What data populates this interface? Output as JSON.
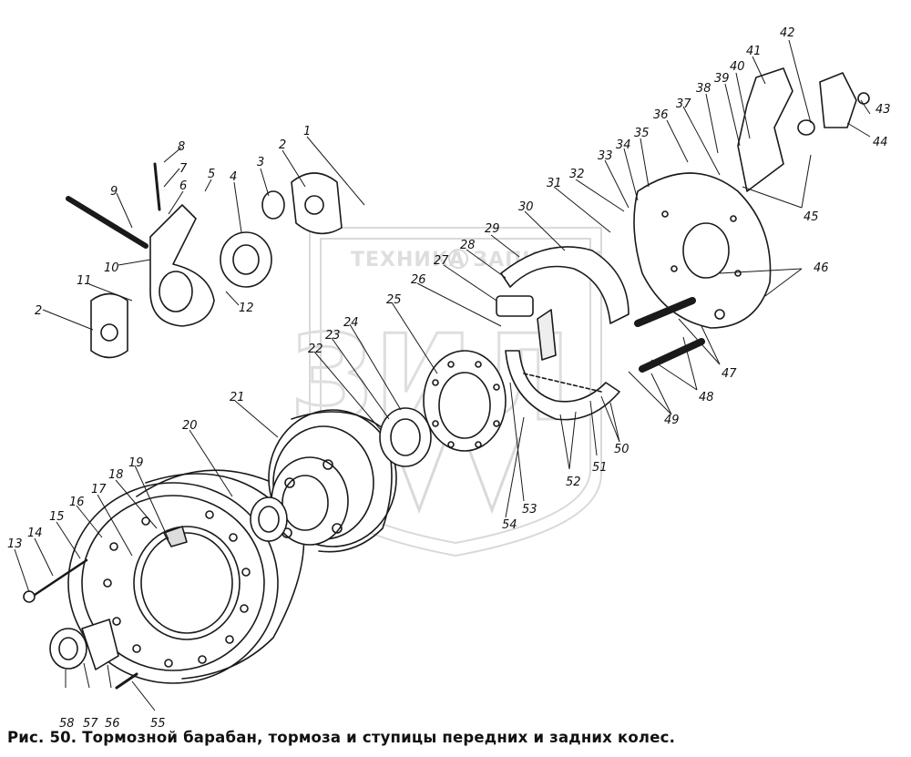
{
  "watermark": {
    "text": "ТЕХНИКА ЗАПЧАСТИ",
    "logo": "ЗИЛ"
  },
  "caption": "Рис. 50. Тормозной барабан, тормоза и ступицы передних и задних колес.",
  "part_numbers": [
    "1",
    "2",
    "3",
    "4",
    "5",
    "6",
    "7",
    "8",
    "9",
    "10",
    "11",
    "2",
    "12",
    "13",
    "14",
    "15",
    "16",
    "17",
    "18",
    "19",
    "20",
    "21",
    "22",
    "23",
    "24",
    "25",
    "26",
    "27",
    "28",
    "29",
    "30",
    "31",
    "32",
    "33",
    "34",
    "35",
    "36",
    "37",
    "38",
    "39",
    "40",
    "41",
    "42",
    "43",
    "44",
    "45",
    "46",
    "47",
    "48",
    "49",
    "50",
    "51",
    "52",
    "53",
    "54",
    "55",
    "56",
    "57",
    "58"
  ]
}
